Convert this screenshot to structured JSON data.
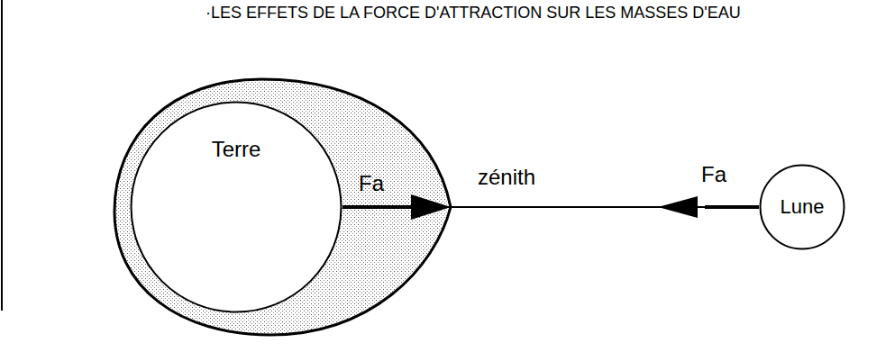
{
  "diagram": {
    "title": "·LES EFFETS DE LA FORCE D'ATTRACTION SUR LES MASSES D'EAU",
    "nodes": [
      {
        "text": [
          "Terre"
        ]
      },
      {
        "text": [
          "Lune"
        ]
      }
    ],
    "edges": [
      {
        "from": 1,
        "to": 0,
        "arrow": "to"
      }
    ],
    "labels": [
      "Fa",
      "zénith",
      "Fa"
    ]
  }
}
